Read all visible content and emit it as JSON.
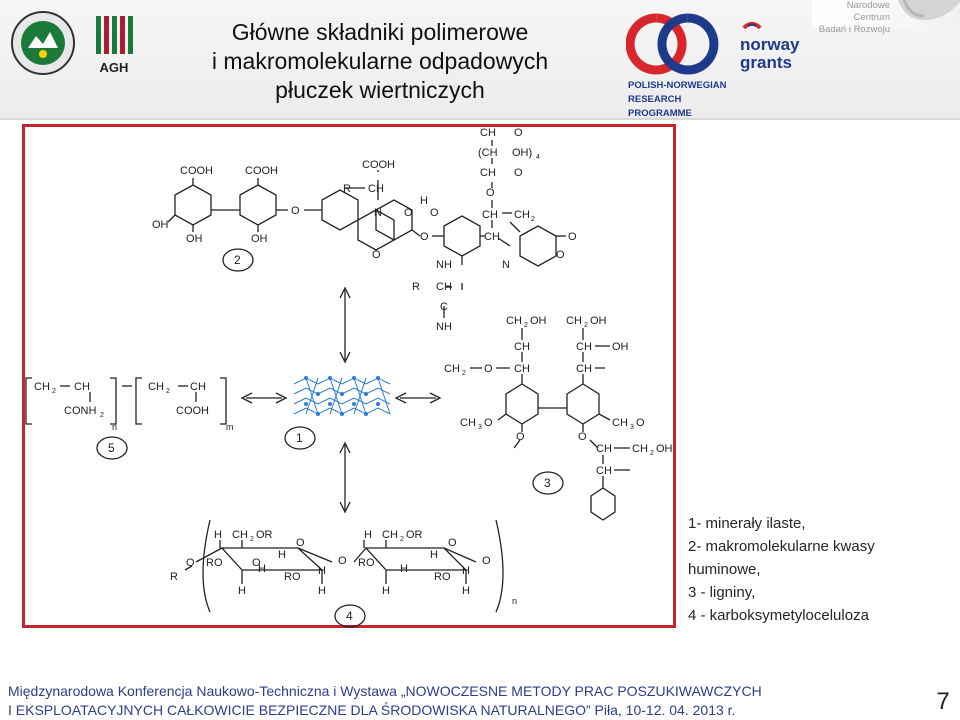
{
  "header": {
    "title_line1": "Główne składniki polimerowe",
    "title_line2": "i makromolekularne odpadowych",
    "title_line3": "płuczek wiertniczych",
    "agh_logo_text": "AGH",
    "pnrp_line1": "POLISH-NORWEGIAN",
    "pnrp_line2": "RESEARCH",
    "pnrp_line3": "PROGRAMME",
    "norway_line1": "norway",
    "norway_line2": "grants",
    "ncbr_line1": "Narodowe Centrum",
    "ncbr_line2": "Badań i Rozwoju"
  },
  "diagram": {
    "struct2": {
      "cooh1": "COOH",
      "cooh2": "COOH",
      "cooh3": "COOH",
      "oh1": "OH",
      "oh2": "OH",
      "oh3": "OH",
      "r1": "R",
      "ch1": "CH",
      "n1": "N",
      "o1": "O",
      "o2": "O",
      "h1": "H",
      "o3": "O",
      "o4": "O",
      "o5": "O",
      "nh1": "NH",
      "r2": "R",
      "ch2": "CH",
      "c1": "C",
      "nh2": "NH",
      "n2": "N",
      "o6": "O",
      "cho1": "CH",
      "o7": "O",
      "choh": "(CH",
      "oh4": "OH)",
      "sub4": "4",
      "cho2": "CH",
      "o8": "O",
      "o9": "O",
      "ch3": "CH",
      "ch2b": "CH",
      "sub2a": "2",
      "ch4": "CH",
      "o10": "O",
      "label": "2"
    },
    "struct5": {
      "ch2a": "CH",
      "sub2a": "2",
      "cha": "CH",
      "conh": "CONH",
      "sub2b": "2",
      "n": "n",
      "ch2b": "CH",
      "sub2c": "2",
      "chb": "CH",
      "cooh": "COOH",
      "m": "m",
      "label": "5"
    },
    "struct1": {
      "label": "1"
    },
    "struct3": {
      "ch2oh1": "CH",
      "sub1": "2",
      "oh1": "OH",
      "ch2oh2": "CH",
      "sub2": "2",
      "oh2": "OH",
      "ch1": "CH",
      "ch2": "CH",
      "oh3": "OH",
      "ch2x": "CH",
      "sub3": "2",
      "o1": "O",
      "ch3": "CH",
      "ch4": "CH",
      "ch3o1": "CH",
      "sub4": "3",
      "o2": "O",
      "ch3o2": "CH",
      "sub5": "3",
      "o3": "O",
      "o4": "O",
      "o5": "O",
      "ch5": "CH",
      "ch2oh3": "CH",
      "sub6": "2",
      "oh4": "OH",
      "ch6": "CH",
      "label": "3"
    },
    "struct4": {
      "h1": "H",
      "ch2or1": "CH",
      "sub1": "2",
      "or1": "OR",
      "h2": "H",
      "ch2or2": "CH",
      "sub2": "2",
      "or2": "OR",
      "o1": "O",
      "o2": "O",
      "o3": "O",
      "o4": "O",
      "o5": "O",
      "o6": "O",
      "r": "R",
      "ro1": "RO",
      "ro2": "RO",
      "ro3": "RO",
      "ro4": "RO",
      "h3": "H",
      "h4": "H",
      "h5": "H",
      "h6": "H",
      "h7": "H",
      "h8": "H",
      "h9": "H",
      "h10": "H",
      "h11": "H",
      "h12": "H",
      "n": "n",
      "label": "4"
    }
  },
  "legend": {
    "line1": "1- minerały ilaste,",
    "line2": "2- makromolekularne kwasy",
    "line3": "huminowe,",
    "line4": "3 - ligniny,",
    "line5": "4 - karboksymetyloceluloza"
  },
  "footer": {
    "line1": "Międzynarodowa Konferencja Naukowo-Techniczna i Wystawa „NOWOCZESNE METODY PRAC POSZUKIWAWCZYCH",
    "line2": "I EKSPLOATACYJNYCH CAŁKOWICIE BEZPIECZNE DLA ŚRODOWISKA NATURALNEGO” Piła, 10-12. 04. 2013 r.",
    "page_number": "7"
  },
  "colors": {
    "frame": "#c4262e",
    "footer_text": "#2c3e8c",
    "pnrp_red": "#d8262e",
    "pnrp_blue": "#1f3a8a",
    "agh_green": "#1b7a3a",
    "agh_red": "#b01c2e",
    "clay_blue": "#2e7bd6"
  }
}
